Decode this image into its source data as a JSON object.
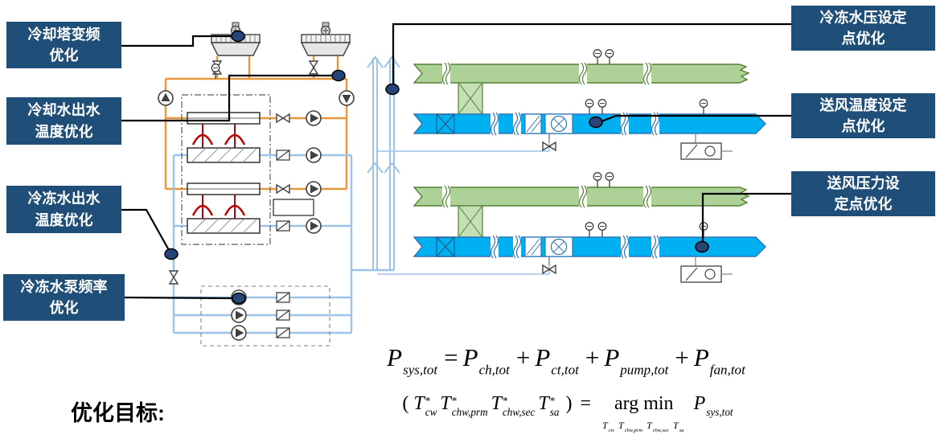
{
  "slide": {
    "objective_label": "优化目标:",
    "colors": {
      "label_bg": "#1F4E79",
      "label_text": "#FFFFFF",
      "marker": "#264478",
      "condenser_pipe": "#E8973B",
      "chilled_pipe": "#9DC3E6",
      "refrigerant": "#C00000",
      "return_duct_fill": "#ADD196",
      "return_duct_stroke": "#538135",
      "supply_duct_fill": "#00B0F0",
      "supply_duct_stroke": "#2E75B6"
    },
    "labels": {
      "cooling_tower_vfd": {
        "line1": "冷却塔变频",
        "line2": "优化"
      },
      "cooling_water_temp": {
        "line1": "冷却水出水",
        "line2": "温度优化"
      },
      "chilled_water_temp": {
        "line1": "冷冻水出水",
        "line2": "温度优化"
      },
      "chw_pump_freq": {
        "line1": "冷冻水泵频率",
        "line2": "优化"
      },
      "chw_pressure_setpoint": {
        "line1": "冷冻水压设定",
        "line2": "点优化"
      },
      "supply_air_temp_setpoint": {
        "line1": "送风温度设定",
        "line2": "点优化"
      },
      "supply_air_pressure_setpoint": {
        "line1": "送风压力设",
        "line2": "定点优化"
      }
    },
    "formulas": {
      "line1": [
        {
          "k": "var",
          "b": "P",
          "sub": "sys,tot"
        },
        {
          "k": "op",
          "v": "="
        },
        {
          "k": "var",
          "b": "P",
          "sub": "ch,tot"
        },
        {
          "k": "op",
          "v": "+"
        },
        {
          "k": "var",
          "b": "P",
          "sub": "ct,tot"
        },
        {
          "k": "op",
          "v": "+"
        },
        {
          "k": "var",
          "b": "P",
          "sub": "pump,tot"
        },
        {
          "k": "op",
          "v": "+"
        },
        {
          "k": "var",
          "b": "P",
          "sub": "fan,tot"
        }
      ],
      "line2": [
        {
          "k": "op",
          "v": "("
        },
        {
          "k": "var",
          "b": "T",
          "sup": "*",
          "sub": "cw"
        },
        {
          "k": "var",
          "b": "T",
          "sup": "*",
          "sub": "chw,prm"
        },
        {
          "k": "var",
          "b": "T",
          "sup": "*",
          "sub": "chw,sec"
        },
        {
          "k": "var",
          "b": "T",
          "sup": "*",
          "sub": "sa"
        },
        {
          "k": "op",
          "v": ")"
        },
        {
          "k": "op",
          "v": "="
        },
        {
          "k": "argmin",
          "v": "arg min",
          "under": [
            {
              "k": "var",
              "b": "T",
              "sub": "cw"
            },
            {
              "k": "var",
              "b": "T",
              "sub": "chw,prm"
            },
            {
              "k": "var",
              "b": "T",
              "sub": "chw,sec"
            },
            {
              "k": "var",
              "b": "T",
              "sub": "sa"
            }
          ]
        },
        {
          "k": "var",
          "b": "P",
          "sub": "sys,tot"
        }
      ]
    }
  }
}
